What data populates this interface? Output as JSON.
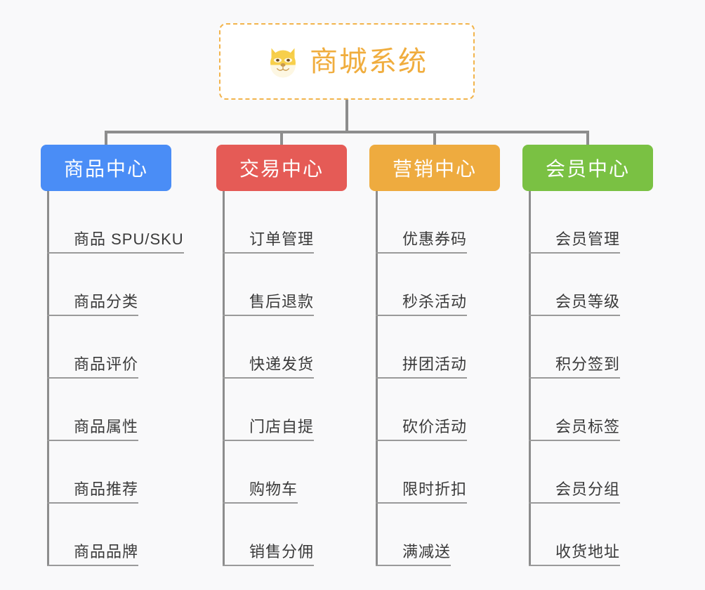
{
  "page": {
    "background_color": "#f9f9fa",
    "type": "mind-map"
  },
  "root": {
    "title": "商城系统",
    "icon": "dog-face-icon",
    "text_color": "#f0ad3e",
    "border_color": "#f2b44c",
    "background_color": "#ffffff"
  },
  "connector_color": "#8d8d8d",
  "columns": [
    {
      "id": "product-center",
      "label": "商品中心",
      "color": "#4a8df6",
      "items": [
        "商品 SPU/SKU",
        "商品分类",
        "商品评价",
        "商品属性",
        "商品推荐",
        "商品品牌"
      ]
    },
    {
      "id": "trade-center",
      "label": "交易中心",
      "color": "#e55b56",
      "items": [
        "订单管理",
        "售后退款",
        "快递发货",
        "门店自提",
        "购物车",
        "销售分佣"
      ]
    },
    {
      "id": "marketing-center",
      "label": "营销中心",
      "color": "#eeab3f",
      "items": [
        "优惠券码",
        "秒杀活动",
        "拼团活动",
        "砍价活动",
        "限时折扣",
        "满减送"
      ]
    },
    {
      "id": "member-center",
      "label": "会员中心",
      "color": "#7ac143",
      "items": [
        "会员管理",
        "会员等级",
        "积分签到",
        "会员标签",
        "会员分组",
        "收货地址"
      ]
    }
  ]
}
